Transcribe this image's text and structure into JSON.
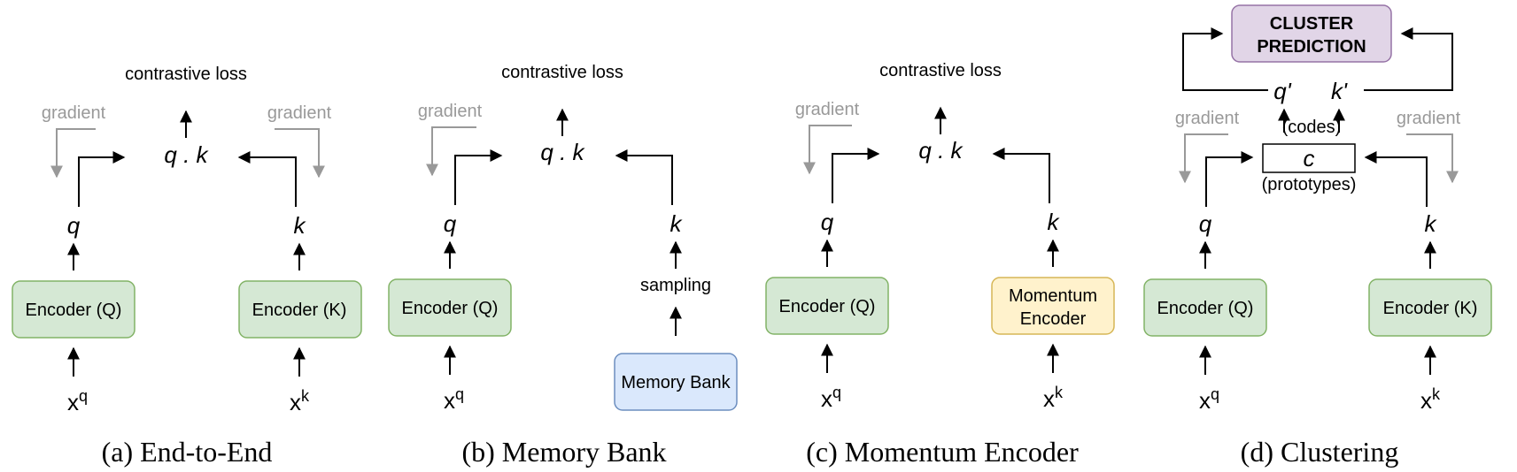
{
  "common": {
    "contrastive_loss": "contrastive loss",
    "gradient": "gradient",
    "q": "q",
    "k": "k",
    "qk": "q . k",
    "x": "x",
    "sup_q": "q",
    "sup_k": "k"
  },
  "panels": [
    {
      "caption": "(a) End-to-End",
      "left_encoder": "Encoder (Q)",
      "right_encoder": "Encoder (K)"
    },
    {
      "caption": "(b) Memory Bank",
      "left_encoder": "Encoder (Q)",
      "sampling": "sampling",
      "memory_bank": "Memory Bank"
    },
    {
      "caption": "(c) Momentum Encoder",
      "left_encoder": "Encoder (Q)",
      "right_encoder_line1": "Momentum",
      "right_encoder_line2": "Encoder"
    },
    {
      "caption": "(d) Clustering",
      "left_encoder": "Encoder (Q)",
      "right_encoder": "Encoder (K)",
      "cluster_line1": "CLUSTER",
      "cluster_line2": "PREDICTION",
      "q_prime": "q'",
      "k_prime": "k'",
      "codes": "(codes)",
      "c": "c",
      "prototypes": "(prototypes)"
    }
  ],
  "colors": {
    "encoder_fill": "#d5e8d4",
    "encoder_stroke": "#82b366",
    "memory_fill": "#dae8fc",
    "memory_stroke": "#6c8ebf",
    "momentum_fill": "#fff2cc",
    "momentum_stroke": "#d6b656",
    "cluster_fill": "#e1d5e7",
    "cluster_stroke": "#9673a6",
    "gradient": "#999999"
  }
}
